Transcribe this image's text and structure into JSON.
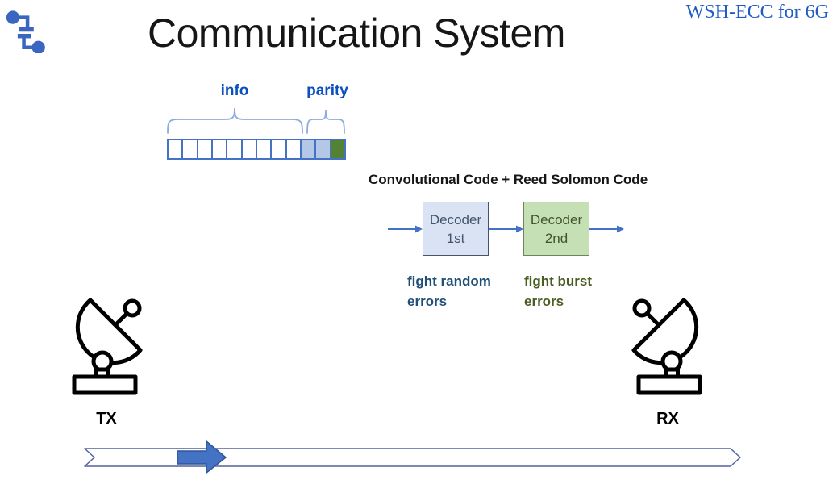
{
  "header": {
    "title": "Communication System",
    "corner_tag": "WSH-ECC for 6G"
  },
  "colors": {
    "accent_blue": "#4472C4",
    "logo_blue": "#3A66C0",
    "title_ink": "#161616",
    "corner_blue": "#1F5BC4",
    "label_blue": "#0B50C0",
    "brace": "#8FAADC",
    "cell_info": "#FFFFFF",
    "cell_parity_blue": "#B4C7E7",
    "cell_parity_green": "#548235",
    "decoder1_fill": "#DAE3F3",
    "decoder1_border": "#44546A",
    "decoder1_text": "#44546A",
    "decoder2_fill": "#C5E0B4",
    "decoder2_border": "#70845C",
    "decoder2_text": "#44552B",
    "fight_random_color": "#1F4E79",
    "fight_burst_color": "#4A5D23",
    "channel_border": "#53609C",
    "arrow_edge": "#2F5597",
    "icon_ink": "#000000"
  },
  "codeword": {
    "info_label": "info",
    "parity_label": "parity",
    "cells": [
      "info",
      "info",
      "info",
      "info",
      "info",
      "info",
      "info",
      "info",
      "info",
      "parity_blue",
      "parity_blue",
      "parity_green"
    ]
  },
  "coding": {
    "caption": "Convolutional Code + Reed Solomon Code",
    "decoder1": {
      "line1": "Decoder",
      "line2": "1st"
    },
    "decoder2": {
      "line1": "Decoder",
      "line2": "2nd"
    },
    "note_random": {
      "line1": "fight random",
      "line2": "errors"
    },
    "note_burst": {
      "line1": "fight burst",
      "line2": "errors"
    }
  },
  "endpoints": {
    "tx_label": "TX",
    "rx_label": "RX"
  }
}
